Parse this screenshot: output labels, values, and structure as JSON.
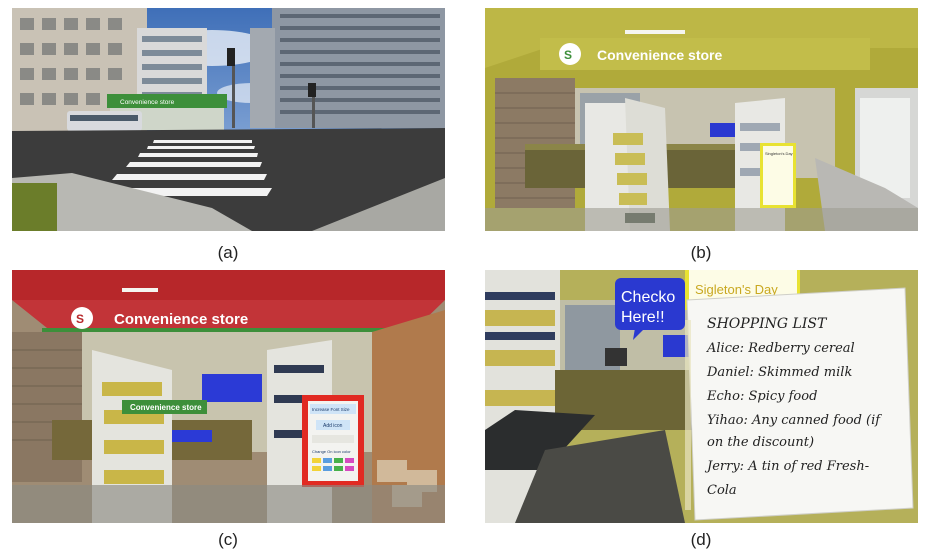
{
  "captions": [
    "(a)",
    "(b)",
    "(c)",
    "(d)"
  ],
  "panel_a": {
    "store_sign": "Convenience store"
  },
  "panel_b": {
    "store_sign": "Convenience store",
    "poster_text": "Singleton's Day"
  },
  "panel_c": {
    "store_sign": "Convenience store",
    "inner_sign": "Convenience store",
    "menu": {
      "increase_font": "Increase Font Size",
      "add_icon": "Add icon",
      "change_color": "Change On icon color"
    }
  },
  "panel_d": {
    "checkout_bubble_line1": "Checko",
    "checkout_bubble_line2": "Here!!",
    "poster_title": "Sigleton's Day",
    "shopping_list": {
      "title": "SHOPPING LIST",
      "items": [
        "Alice: Redberry cereal",
        "Daniel: Skimmed milk",
        "Echo: Spicy food",
        "Yihao: Any canned food (if",
        "on the discount)",
        "Jerry: A tin of red Fresh-",
        "Cola"
      ]
    }
  },
  "colors": {
    "store_green": "#3d8f3a",
    "store_red": "#b7272a",
    "olive_wall": "#b0aa3a",
    "shelf_white": "#e8e8e4"
  }
}
